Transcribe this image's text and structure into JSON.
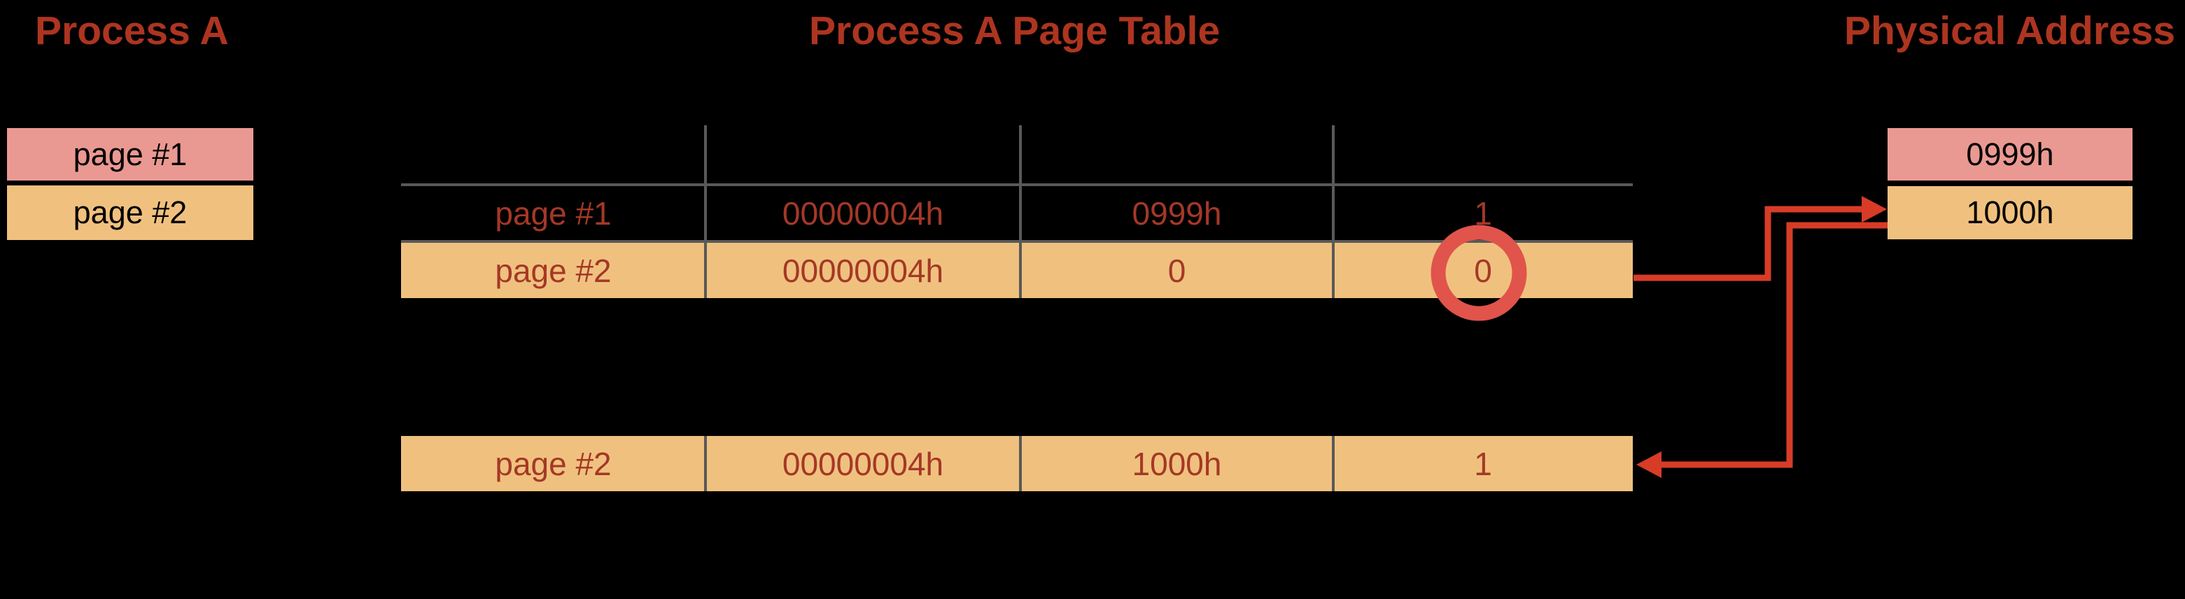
{
  "titles": {
    "left": "Process A",
    "center": "Process A Page Table",
    "right": "Physical Address"
  },
  "process_a": {
    "pages": [
      {
        "label": "page #1",
        "color": "#ea9992"
      },
      {
        "label": "page #2",
        "color": "#f0c17e"
      }
    ]
  },
  "physical": {
    "frames": [
      {
        "label": "0999h",
        "color": "#ea9992"
      },
      {
        "label": "1000h",
        "color": "#f0c17e"
      }
    ]
  },
  "page_table": {
    "rows": [
      {
        "cells": [
          "page #1",
          "00000004h",
          "0999h",
          "1"
        ],
        "highlighted": false
      },
      {
        "cells": [
          "page #2",
          "00000004h",
          "0",
          "0"
        ],
        "highlighted": true,
        "circled_cell_index": 3
      },
      {
        "cells": [
          "page #2",
          "00000004h",
          "1000h",
          "1"
        ],
        "highlighted": true
      }
    ]
  },
  "colors": {
    "background": "#000000",
    "pink": "#ea9992",
    "orange": "#f0c17e",
    "title_red": "#ad3520",
    "table_text_red": "#a43827",
    "line_gray": "#595959",
    "arrow_red": "#d83c27",
    "circle_red": "#e0544b"
  }
}
